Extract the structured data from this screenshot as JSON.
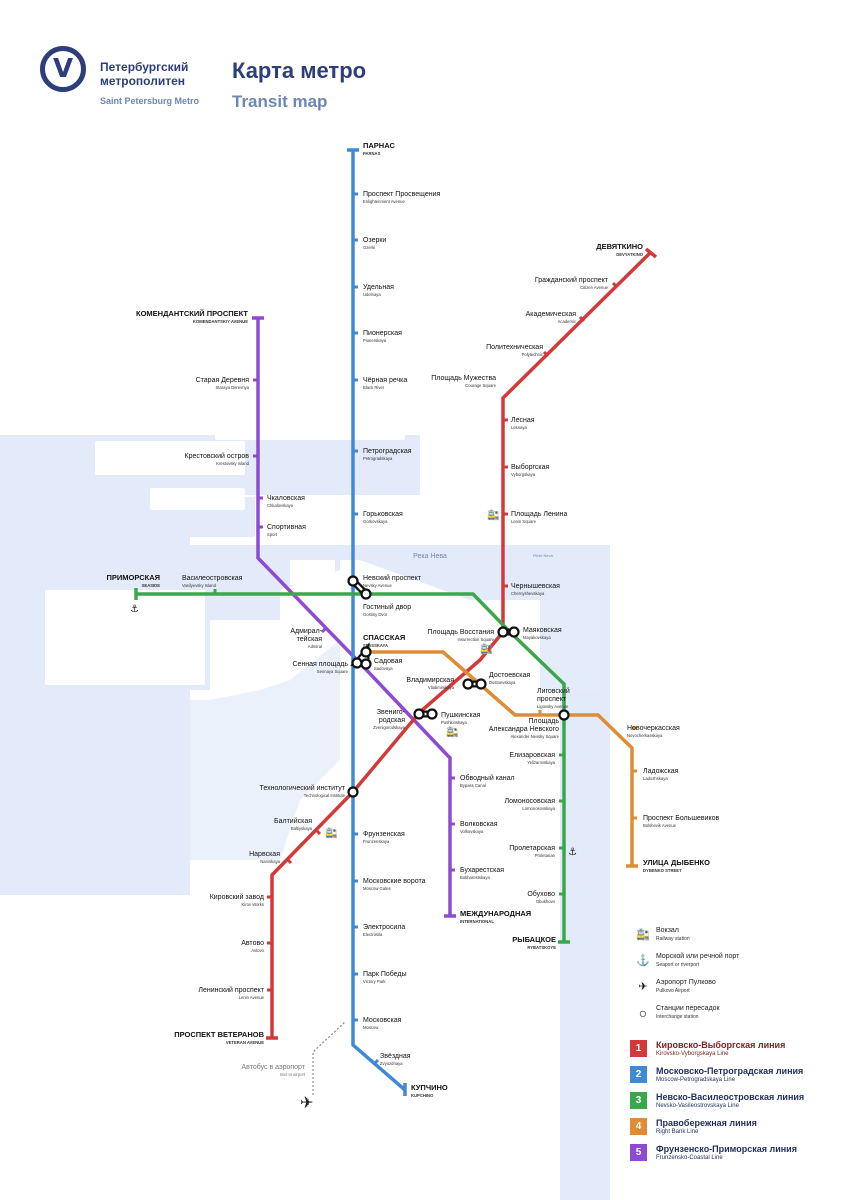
{
  "header": {
    "org_ru_1": "Петербургский",
    "org_ru_2": "метрополитен",
    "org_en": "Saint Petersburg Metro",
    "title_ru": "Карта метро",
    "title_en": "Transit map",
    "logo_letter": "V"
  },
  "river": {
    "ru": "Река Нева",
    "en": "River Neva"
  },
  "colors": {
    "l1": "#d4393a",
    "l2": "#3f89d6",
    "l3": "#3aa84a",
    "l4": "#e08c34",
    "l5": "#8e4bd1",
    "water": "#e3ebfa"
  },
  "stations": {
    "parnas": {
      "ru": "ПАРНАС",
      "en": "PARNAS"
    },
    "prosvesh": {
      "ru": "Проспект Просвещения",
      "en": "Enlightenment Avenue"
    },
    "ozerki": {
      "ru": "Озерки",
      "en": "Ozerki"
    },
    "udelnaya": {
      "ru": "Удельная",
      "en": "Udelnaya"
    },
    "pionerskaya": {
      "ru": "Пионерская",
      "en": "Pionerskaya"
    },
    "chernaya": {
      "ru": "Чёрная речка",
      "en": "Black River"
    },
    "petrogradskaya": {
      "ru": "Петроградская",
      "en": "Petrogradskaya"
    },
    "gorkovskaya": {
      "ru": "Горьковская",
      "en": "Gorkovskaya"
    },
    "nevsky": {
      "ru": "Невский проспект",
      "en": "Nevsky Avenue"
    },
    "gostiny": {
      "ru": "Гостиный двор",
      "en": "Gostiny Dvor"
    },
    "spasskaya": {
      "ru": "СПАССКАЯ",
      "en": "SPASSKAYA"
    },
    "sadovaya": {
      "ru": "Садовая",
      "en": "Sadovaya"
    },
    "sennaya": {
      "ru": "Сенная площадь",
      "en": "Sennaya Square"
    },
    "tehinst": {
      "ru": "Технологический институт",
      "en": "Technological Institute"
    },
    "frunzenskaya": {
      "ru": "Фрунзенская",
      "en": "Frunzenskaya"
    },
    "moskvorota": {
      "ru": "Московские ворота",
      "en": "Moscow Gates"
    },
    "elektrosila": {
      "ru": "Электросила",
      "en": "Electrosila"
    },
    "parkpobedy": {
      "ru": "Парк Победы",
      "en": "Victory Park"
    },
    "moskovskaya": {
      "ru": "Московская",
      "en": "Moscow"
    },
    "zvezdnaya": {
      "ru": "Звёздная",
      "en": "Zvyozdnaya"
    },
    "kupchino": {
      "ru": "КУПЧИНО",
      "en": "KUPCHINO"
    },
    "devyatkino": {
      "ru": "ДЕВЯТКИНО",
      "en": "DEVYATKINO"
    },
    "grazhdansky": {
      "ru": "Гражданский проспект",
      "en": "Citizen Avenue"
    },
    "akademicheskaya": {
      "ru": "Академическая",
      "en": "Academic"
    },
    "politeh": {
      "ru": "Политехническая",
      "en": "Polytechnic"
    },
    "muzhestva": {
      "ru": "Площадь Мужества",
      "en": "Courage Square"
    },
    "lesnaya": {
      "ru": "Лесная",
      "en": "Lesnaya"
    },
    "vyborgskaya": {
      "ru": "Выборгская",
      "en": "Vyborgskaya"
    },
    "lenina": {
      "ru": "Площадь Ленина",
      "en": "Lenin Square"
    },
    "chernyshevskaya": {
      "ru": "Чернышевская",
      "en": "Chernyshevskaya"
    },
    "vosstaniya": {
      "ru": "Площадь Восстания",
      "en": "Insurrection Square"
    },
    "mayakovskaya": {
      "ru": "Маяковская",
      "en": "Mayakovskaya"
    },
    "vladimirskaya": {
      "ru": "Владимирская",
      "en": "Vladimirskaya"
    },
    "dostoevskaya": {
      "ru": "Достоевская",
      "en": "Dostoevskaya"
    },
    "pushkinskaya": {
      "ru": "Пушкинская",
      "en": "Pushkinskaya"
    },
    "zvenigorodskaya1": {
      "ru": "Звениго-",
      "en": ""
    },
    "zvenigorodskaya2": {
      "ru": "родская",
      "en": "Zvenigorodskaya"
    },
    "baltiyskaya": {
      "ru": "Балтийская",
      "en": "Baltiyskaya"
    },
    "narvskaya": {
      "ru": "Нарвская",
      "en": "Narvskaya"
    },
    "kirovsky": {
      "ru": "Кировский завод",
      "en": "Kirov Works"
    },
    "avtovo": {
      "ru": "Автово",
      "en": "Avtovo"
    },
    "leninsky": {
      "ru": "Ленинский проспект",
      "en": "Lenin Avenue"
    },
    "veteranov": {
      "ru": "ПРОСПЕКТ ВЕТЕРАНОВ",
      "en": "VETERAN AVENUE"
    },
    "primorskaya": {
      "ru": "ПРИМОРСКАЯ",
      "en": "SEASIDE"
    },
    "vasileostrovskaya": {
      "ru": "Василеостровская",
      "en": "Vasilyevsky Island"
    },
    "ligovsky1": {
      "ru": "Лиговский",
      "en": ""
    },
    "ligovsky2": {
      "ru": "проспект",
      "en": "Ligovsky Avenue"
    },
    "nevskogo1": {
      "ru": "Площадь",
      "en": ""
    },
    "nevskogo2": {
      "ru": "Александра Невского",
      "en": "Alexander Nevsky Square"
    },
    "elizarovskaya": {
      "ru": "Елизаровская",
      "en": "Yelizarovskaya"
    },
    "lomonosovskaya": {
      "ru": "Ломоносовская",
      "en": "Lomonosovskaya"
    },
    "proletarskaya": {
      "ru": "Пролетарская",
      "en": "Proletarian"
    },
    "obuhovo": {
      "ru": "Обухово",
      "en": "Obukhovo"
    },
    "rybatskoe": {
      "ru": "РЫБАЦКОЕ",
      "en": "RYBATSKOYE"
    },
    "novocherkasskaya": {
      "ru": "Новочеркасская",
      "en": "Novocherkasskaya"
    },
    "ladozhskaya": {
      "ru": "Ладожская",
      "en": "Ladozhskaya"
    },
    "bolshevikov": {
      "ru": "Проспект Большевиков",
      "en": "Bolshevik Avenue"
    },
    "dybenko": {
      "ru": "УЛИЦА ДЫБЕНКО",
      "en": "DYBENKO STREET"
    },
    "komendantsky": {
      "ru": "КОМЕНДАНТСКИЙ ПРОСПЕКТ",
      "en": "KOMENDANTSKIY AVENUE"
    },
    "staraya": {
      "ru": "Старая Деревня",
      "en": "Staraya Derevnya"
    },
    "krestovsky": {
      "ru": "Крестовский остров",
      "en": "Krestovsky Island"
    },
    "chkalovskaya": {
      "ru": "Чкаловская",
      "en": "Chkalovskaya"
    },
    "sportivnaya": {
      "ru": "Спортивная",
      "en": "Sport"
    },
    "admiralteyskaya1": {
      "ru": "Адмирал-",
      "en": ""
    },
    "admiralteyskaya2": {
      "ru": "тейская",
      "en": "Admiral"
    },
    "obvodny": {
      "ru": "Обводный канал",
      "en": "Bypass Canal"
    },
    "volkovskaya": {
      "ru": "Волковская",
      "en": "Volkovskaya"
    },
    "buharestskaya": {
      "ru": "Бухарестская",
      "en": "Bukharestskaya"
    },
    "mezhdunarodnaya": {
      "ru": "МЕЖДУНАРОДНАЯ",
      "en": "INTERNATIONAL"
    }
  },
  "bus": {
    "ru": "Автобус в аэропорт",
    "en": "Bus to airport"
  },
  "legend": [
    {
      "icon": "train-icon",
      "glyph": "🚉",
      "ru": "Вокзал",
      "en": "Railway station"
    },
    {
      "icon": "anchor-icon",
      "glyph": "⚓",
      "ru": "Морской или речной порт",
      "en": "Seaport or riverport"
    },
    {
      "icon": "plane-icon",
      "glyph": "✈",
      "ru": "Аэропорт Пулково",
      "en": "Pulkovo Airport"
    },
    {
      "icon": "interchange-icon",
      "glyph": "○",
      "ru": "Станции пересадок",
      "en": "Interchange station"
    }
  ],
  "lines": [
    {
      "num": "1",
      "ru": "Кировско-Выборгская линия",
      "en": "Kirovsko-Vyborgskaya Line",
      "color": "#d4393a"
    },
    {
      "num": "2",
      "ru": "Московско-Петроградская линия",
      "en": "Moscow-Petrogradskaya Line",
      "color": "#3f89d6"
    },
    {
      "num": "3",
      "ru": "Невско-Василеостровская линия",
      "en": "Nevsko-Vasileostrovskaya Line",
      "color": "#3aa84a"
    },
    {
      "num": "4",
      "ru": "Правобережная линия",
      "en": "Right Bank Line",
      "color": "#e08c34"
    },
    {
      "num": "5",
      "ru": "Фрунзенско-Приморская линия",
      "en": "Frunzensko-Coastal Line",
      "color": "#8e4bd1"
    }
  ]
}
